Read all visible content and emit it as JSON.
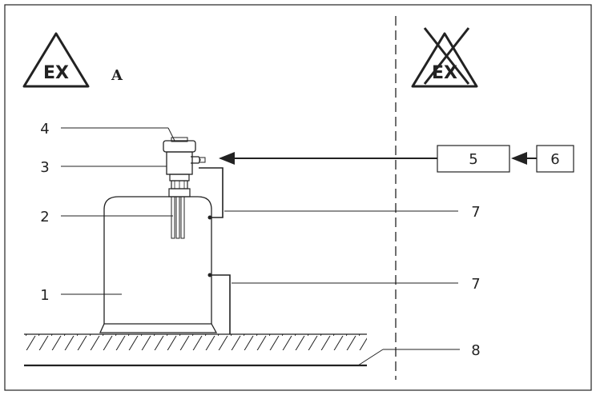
{
  "zone_label": "A",
  "ex_zone": {
    "icon": "ex-hazard-triangle-icon",
    "text": "EX"
  },
  "non_ex_zone": {
    "icon": "ex-crossed-out-icon",
    "text": "EX"
  },
  "callouts": {
    "c1": "1",
    "c2": "2",
    "c3": "3",
    "c4": "4",
    "c5": "5",
    "c6": "6",
    "c7a": "7",
    "c7b": "7",
    "c8": "8"
  }
}
